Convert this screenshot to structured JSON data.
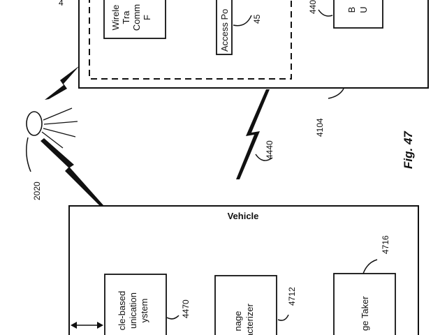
{
  "figure_label": "Fig. 47",
  "top_unit": {
    "ref": "4104",
    "partial_ref_top": "4",
    "wireless_box_lines": [
      "Wirele",
      "Tra",
      "Comm",
      "F"
    ],
    "access_point_label": "Access Po",
    "access_point_ref": "45",
    "right_box_ref": "440",
    "right_box_lines": [
      "B",
      "U"
    ]
  },
  "link_ref": "4440",
  "source_ref": "2020",
  "vehicle": {
    "title": "Vehicle",
    "comm_lines": [
      "cle-based",
      "unication",
      "ystem"
    ],
    "comm_ref": "4470",
    "image_lines": [
      "nage",
      "acterizer"
    ],
    "image_ref": "4712",
    "taker_label": "ge Taker",
    "taker_ref": "4716"
  }
}
